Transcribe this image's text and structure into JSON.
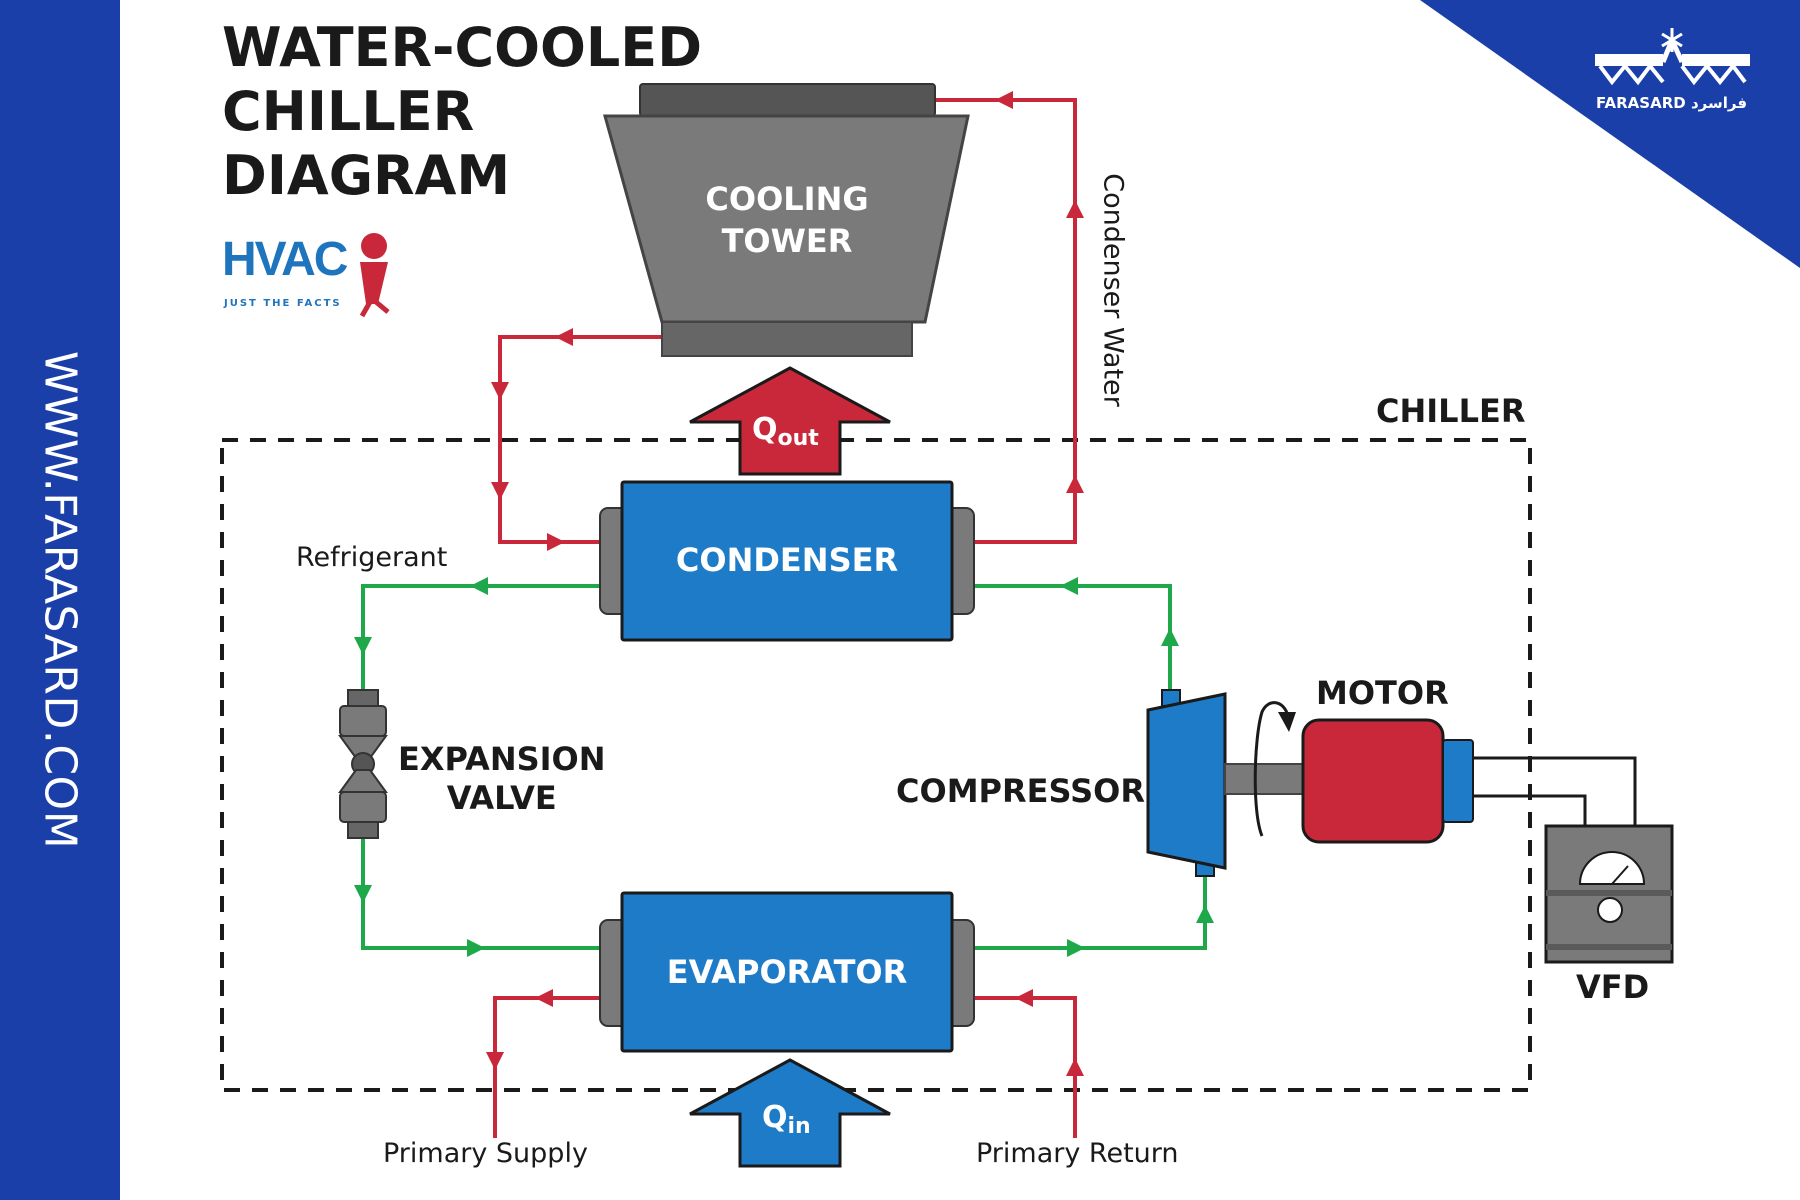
{
  "sidebar": {
    "url": "WWW.FARASARD.COM"
  },
  "title": {
    "lines": [
      "WATER-COOLED",
      "CHILLER",
      "DIAGRAM"
    ]
  },
  "hvac_logo": {
    "text": "HVAC",
    "tagline": "JUST THE FACTS"
  },
  "brand": {
    "name": "FARASARD",
    "arabic": "فراسرد"
  },
  "components": {
    "cooling_tower": [
      "COOLING",
      "TOWER"
    ],
    "condenser": "CONDENSER",
    "evaporator": "EVAPORATOR",
    "expansion_valve": [
      "EXPANSION",
      "VALVE"
    ],
    "compressor": "COMPRESSOR",
    "motor": "MOTOR",
    "vfd": "VFD"
  },
  "labels": {
    "chiller": "CHILLER",
    "refrigerant": "Refrigerant",
    "condenser_water": "Condenser Water",
    "primary_supply": "Primary Supply",
    "primary_return": "Primary Return",
    "q_out": {
      "base": "Q",
      "sub": "out"
    },
    "q_in": {
      "base": "Q",
      "sub": "in"
    }
  },
  "colors": {
    "sidebar": "#1a3fa8",
    "component_blue": "#1e7bc8",
    "water_red": "#c8283a",
    "refrigerant_green": "#1fa84a",
    "motor_red": "#c8283a",
    "tower_gray": "#7a7a7a",
    "q_out_fill": "#c8283a",
    "q_in_fill": "#1e7bc8"
  }
}
